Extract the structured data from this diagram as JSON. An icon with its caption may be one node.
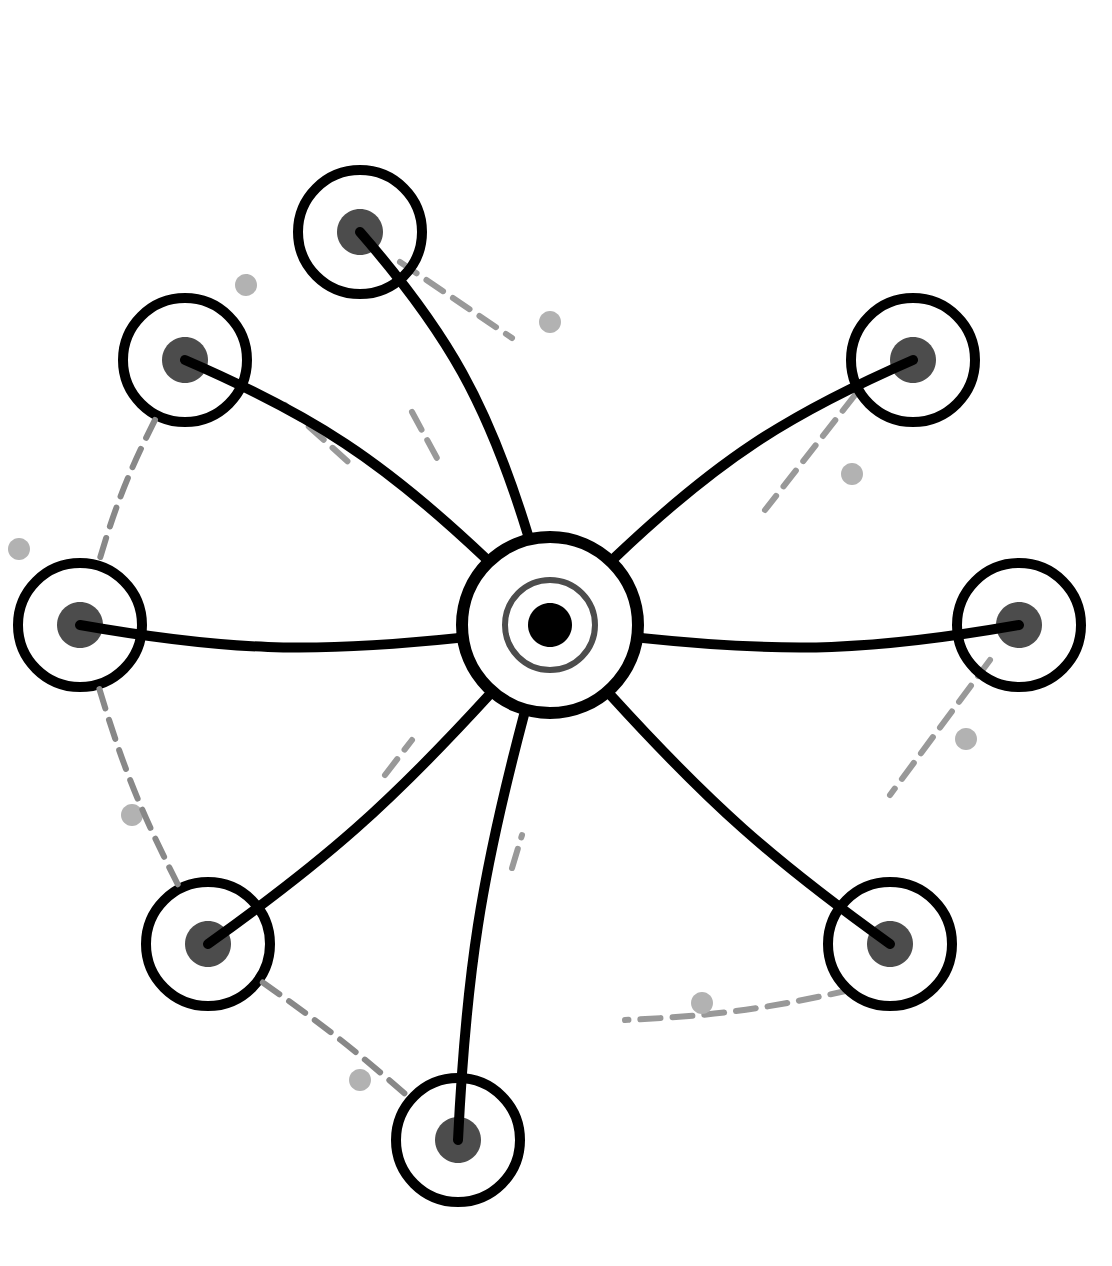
{
  "diagram": {
    "nodes": [
      {
        "text": [],
        "shape": "circle"
      },
      {
        "text": [],
        "shape": "circle"
      },
      {
        "text": [],
        "shape": "circle"
      },
      {
        "text": [],
        "shape": "circle"
      },
      {
        "text": [],
        "shape": "circle"
      },
      {
        "text": [],
        "shape": "circle"
      },
      {
        "text": [],
        "shape": "circle"
      },
      {
        "text": [],
        "shape": "circle"
      },
      {
        "text": [],
        "shape": "circle"
      }
    ],
    "edges": [
      {
        "from": 4,
        "to": 0,
        "arrow": "none"
      },
      {
        "from": 4,
        "to": 1,
        "arrow": "none"
      },
      {
        "from": 4,
        "to": 2,
        "arrow": "none"
      },
      {
        "from": 4,
        "to": 3,
        "arrow": "none"
      },
      {
        "from": 4,
        "to": 5,
        "arrow": "none"
      },
      {
        "from": 4,
        "to": 6,
        "arrow": "none"
      },
      {
        "from": 4,
        "to": 7,
        "arrow": "none"
      },
      {
        "from": 4,
        "to": 8,
        "arrow": "none"
      },
      {
        "from": 1,
        "to": 3,
        "arrow": "none",
        "style": "dashed",
        "color": "#888888"
      },
      {
        "from": 3,
        "to": 6,
        "arrow": "none",
        "style": "dashed",
        "color": "#888888"
      },
      {
        "from": 6,
        "to": 8,
        "arrow": "none",
        "style": "dashed",
        "color": "#888888"
      }
    ]
  }
}
